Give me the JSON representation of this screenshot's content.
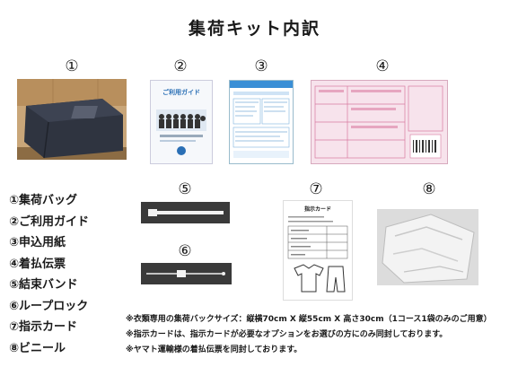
{
  "title": "集荷キット内訳",
  "numbers": [
    "①",
    "②",
    "③",
    "④",
    "⑤",
    "⑥",
    "⑦",
    "⑧"
  ],
  "guide": {
    "label": "ご利用ガイド"
  },
  "card": {
    "title": "指示カード"
  },
  "items": [
    "①集荷バッグ",
    "②ご利用ガイド",
    "③申込用紙",
    "④着払伝票",
    "⑤結束バンド",
    "⑥ループロック",
    "⑦指示カード",
    "⑧ビニール"
  ],
  "notes": [
    "※衣類専用の集荷バックサイズ：縦横70cm X 縦55cm X 高さ30cm（1コース1袋のみのご用意）",
    "※指示カードは、指示カードが必要なオプションをお選びの方にのみ同封しております。",
    "※ヤマト運輸様の着払伝票を同封しております。"
  ]
}
